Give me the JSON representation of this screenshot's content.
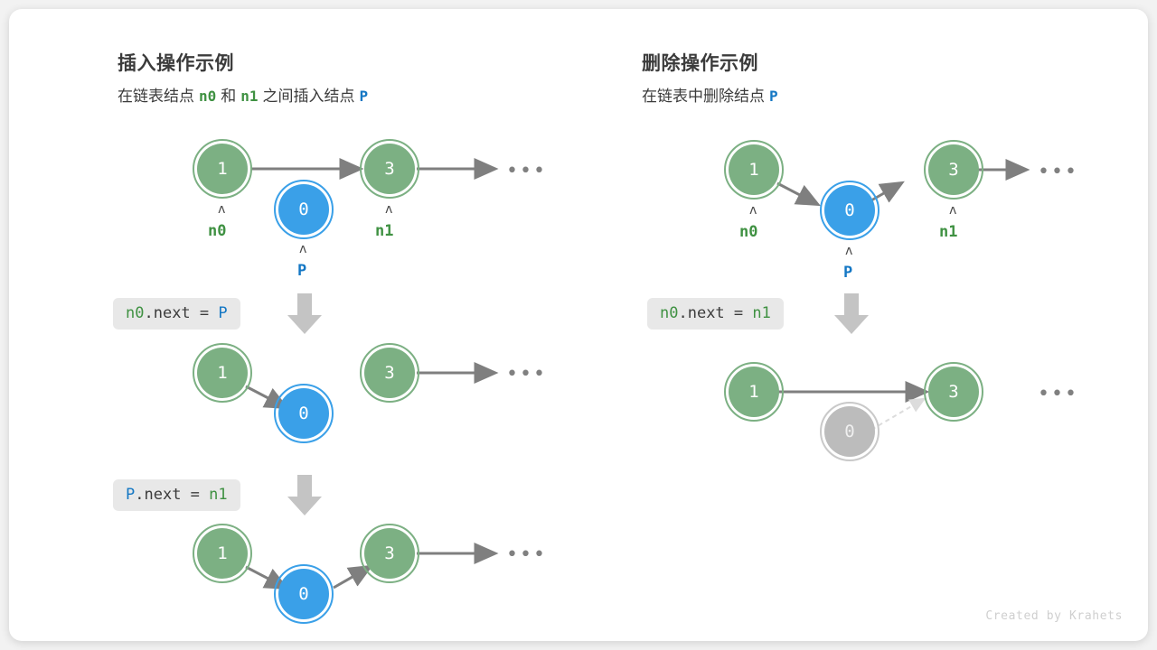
{
  "credit": "Created by Krahets",
  "colors": {
    "node_green": "#7cb083",
    "node_blue": "#3aa0e8",
    "node_gray": "#bcbcbc",
    "edge_gray": "#7f7f7f",
    "label_green": "#3f9142",
    "label_blue": "#1477c4",
    "chip_bg": "#e8e8e8",
    "card_bg": "#ffffff",
    "page_bg": "#f2f2f2"
  },
  "panels": [
    {
      "id": "insert",
      "title": "插入操作示例",
      "subtitle": {
        "parts": [
          {
            "text": "在链表结点",
            "kind": "text"
          },
          {
            "text": "n0",
            "kind": "green"
          },
          {
            "text": "和",
            "kind": "text"
          },
          {
            "text": "n1",
            "kind": "green"
          },
          {
            "text": "之间插入结点",
            "kind": "text"
          },
          {
            "text": "P",
            "kind": "blue"
          }
        ]
      },
      "steps": [
        {
          "id": "insert-step-1",
          "nodes": [
            {
              "value": "1",
              "color": "green",
              "pointer": "n0",
              "pointer_color": "green"
            },
            {
              "value": "0",
              "color": "blue",
              "pointer": "P",
              "pointer_color": "blue"
            },
            {
              "value": "3",
              "color": "green",
              "pointer": "n1",
              "pointer_color": "green"
            }
          ],
          "tail": "•••"
        },
        {
          "id": "insert-step-2",
          "code": {
            "lhs": "n0",
            "lhs_color": "green",
            "mid": ".next = ",
            "rhs": "P",
            "rhs_color": "blue"
          },
          "nodes": [
            {
              "value": "1",
              "color": "green"
            },
            {
              "value": "0",
              "color": "blue"
            },
            {
              "value": "3",
              "color": "green"
            }
          ],
          "tail": "•••"
        },
        {
          "id": "insert-step-3",
          "code": {
            "lhs": "P",
            "lhs_color": "blue",
            "mid": ".next = ",
            "rhs": "n1",
            "rhs_color": "green"
          },
          "nodes": [
            {
              "value": "1",
              "color": "green"
            },
            {
              "value": "0",
              "color": "blue"
            },
            {
              "value": "3",
              "color": "green"
            }
          ],
          "tail": "•••"
        }
      ]
    },
    {
      "id": "delete",
      "title": "删除操作示例",
      "subtitle": {
        "parts": [
          {
            "text": "在链表中删除结点",
            "kind": "text"
          },
          {
            "text": "P",
            "kind": "blue"
          }
        ]
      },
      "steps": [
        {
          "id": "delete-step-1",
          "nodes": [
            {
              "value": "1",
              "color": "green",
              "pointer": "n0",
              "pointer_color": "green"
            },
            {
              "value": "0",
              "color": "blue",
              "pointer": "P",
              "pointer_color": "blue"
            },
            {
              "value": "3",
              "color": "green",
              "pointer": "n1",
              "pointer_color": "green"
            }
          ],
          "tail": "•••"
        },
        {
          "id": "delete-step-2",
          "code": {
            "lhs": "n0",
            "lhs_color": "green",
            "mid": ".next = ",
            "rhs": "n1",
            "rhs_color": "green"
          },
          "nodes": [
            {
              "value": "1",
              "color": "green"
            },
            {
              "value": "0",
              "color": "gray"
            },
            {
              "value": "3",
              "color": "green"
            }
          ],
          "tail": "•••"
        }
      ]
    }
  ],
  "glyphs": {
    "caret": "ʌ",
    "ellipsis": "•••"
  }
}
